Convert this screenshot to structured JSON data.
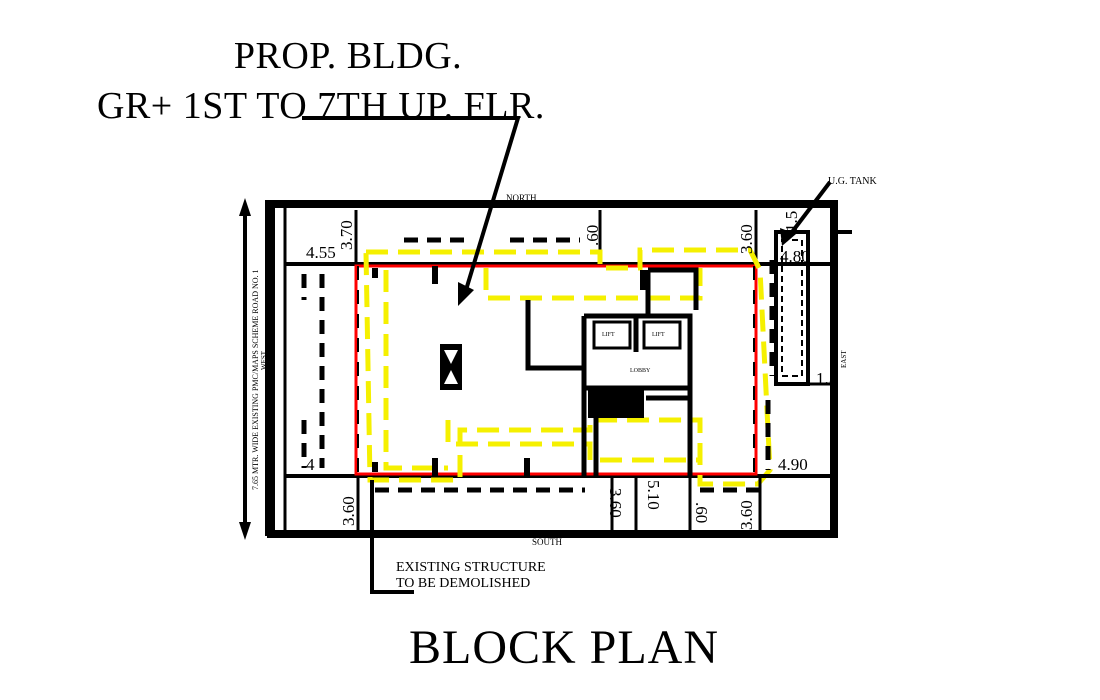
{
  "title": {
    "line1": "PROP. BLDG.",
    "line2": "GR+ 1ST TO 7TH UP. FLR."
  },
  "caption": "BLOCK PLAN",
  "callouts": {
    "demolish_line1": "EXISTING STRUCTURE",
    "demolish_line2": "TO BE DEMOLISHED",
    "tank": "U.G. TANK"
  },
  "directions": {
    "north": "NORTH",
    "south": "SOUTH",
    "west": "WEST",
    "east": "EAST"
  },
  "road_label": "7.65 MTR. WIDE EXISTING PMC/MAPS SCHEME ROAD NO. 1",
  "dimensions": {
    "top_left_v": "3.70",
    "top_left_h": "4.55",
    "top_mid_v": ".60",
    "top_right_v": "3.60",
    "tank_v": "1.5",
    "right_top_h": "4.80",
    "right_mid_v": "1.5",
    "right_bottom_h": "4.90",
    "bottom_left_v": "3.60",
    "bottom_left_h": "4",
    "bottom_mid_1": "3.60",
    "bottom_mid_2": "5.10",
    "bottom_mid_3": ".60",
    "bottom_right_v": "3.60"
  },
  "rooms": {
    "lift1": "LIFT",
    "lift2": "LIFT",
    "lobby": "LOBBY"
  },
  "colors": {
    "line": "#000000",
    "outline_red": "#ff0000",
    "proposed_yellow": "#f5f000"
  }
}
